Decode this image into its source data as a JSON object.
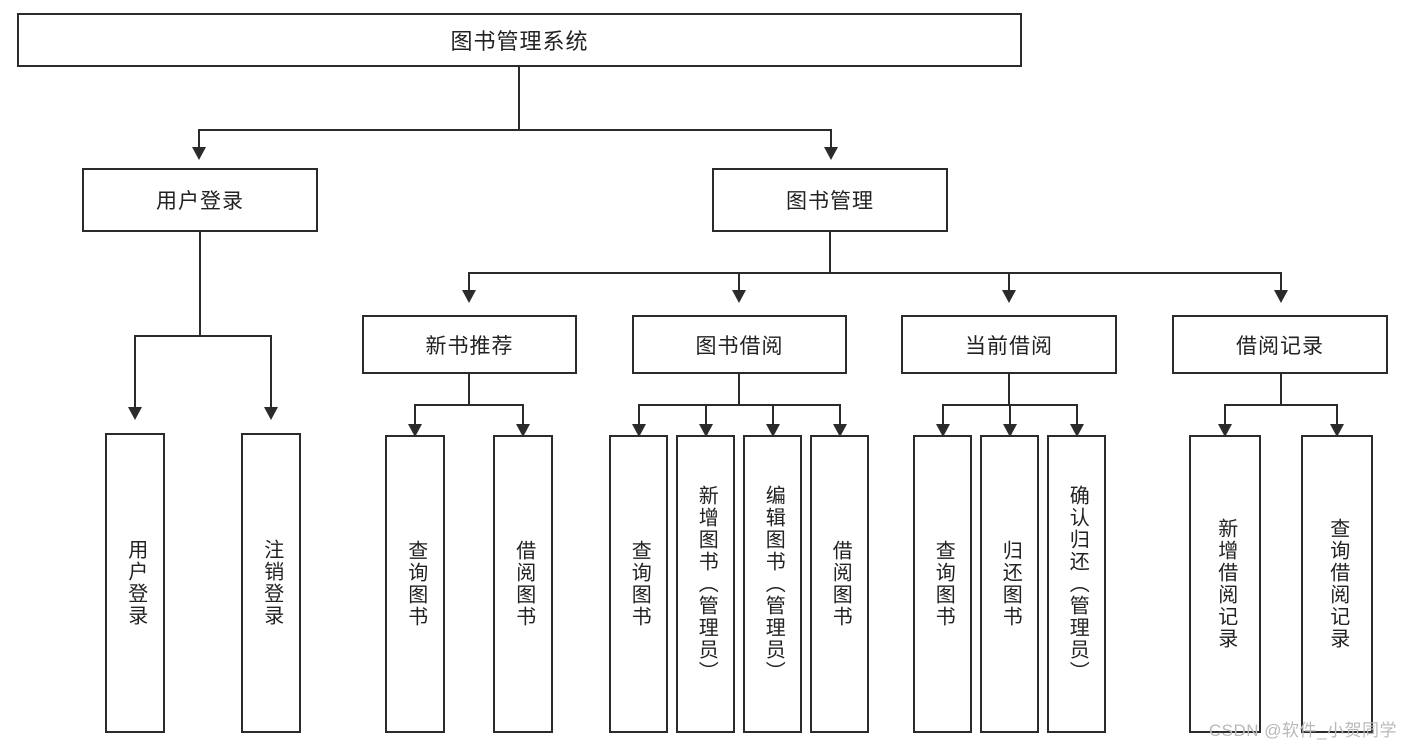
{
  "diagram": {
    "title": "图书管理系统",
    "type": "tree",
    "root": {
      "label": "图书管理系统"
    },
    "level2": [
      {
        "label": "用户登录"
      },
      {
        "label": "图书管理"
      }
    ],
    "level3": [
      {
        "label": "新书推荐"
      },
      {
        "label": "图书借阅"
      },
      {
        "label": "当前借阅"
      },
      {
        "label": "借阅记录"
      }
    ],
    "leaves": {
      "user_login": [
        {
          "label": "用户登录"
        },
        {
          "label": "注销登录"
        }
      ],
      "new_book_recommend": [
        {
          "label": "查询图书"
        },
        {
          "label": "借阅图书"
        }
      ],
      "book_borrow": [
        {
          "label": "查询图书"
        },
        {
          "label": "新增图书（管理员）"
        },
        {
          "label": "编辑图书（管理员）"
        },
        {
          "label": "借阅图书"
        }
      ],
      "current_borrow": [
        {
          "label": "查询图书"
        },
        {
          "label": "归还图书"
        },
        {
          "label": "确认归还（管理员）"
        }
      ],
      "borrow_record": [
        {
          "label": "新增借阅记录"
        },
        {
          "label": "查询借阅记录"
        }
      ]
    }
  },
  "watermark": {
    "text": "CSDN @软件_小贺同学"
  },
  "colors": {
    "stroke": "#2b2b2b",
    "background": "#ffffff",
    "text": "#222222",
    "watermark": "#b9b9b9"
  }
}
